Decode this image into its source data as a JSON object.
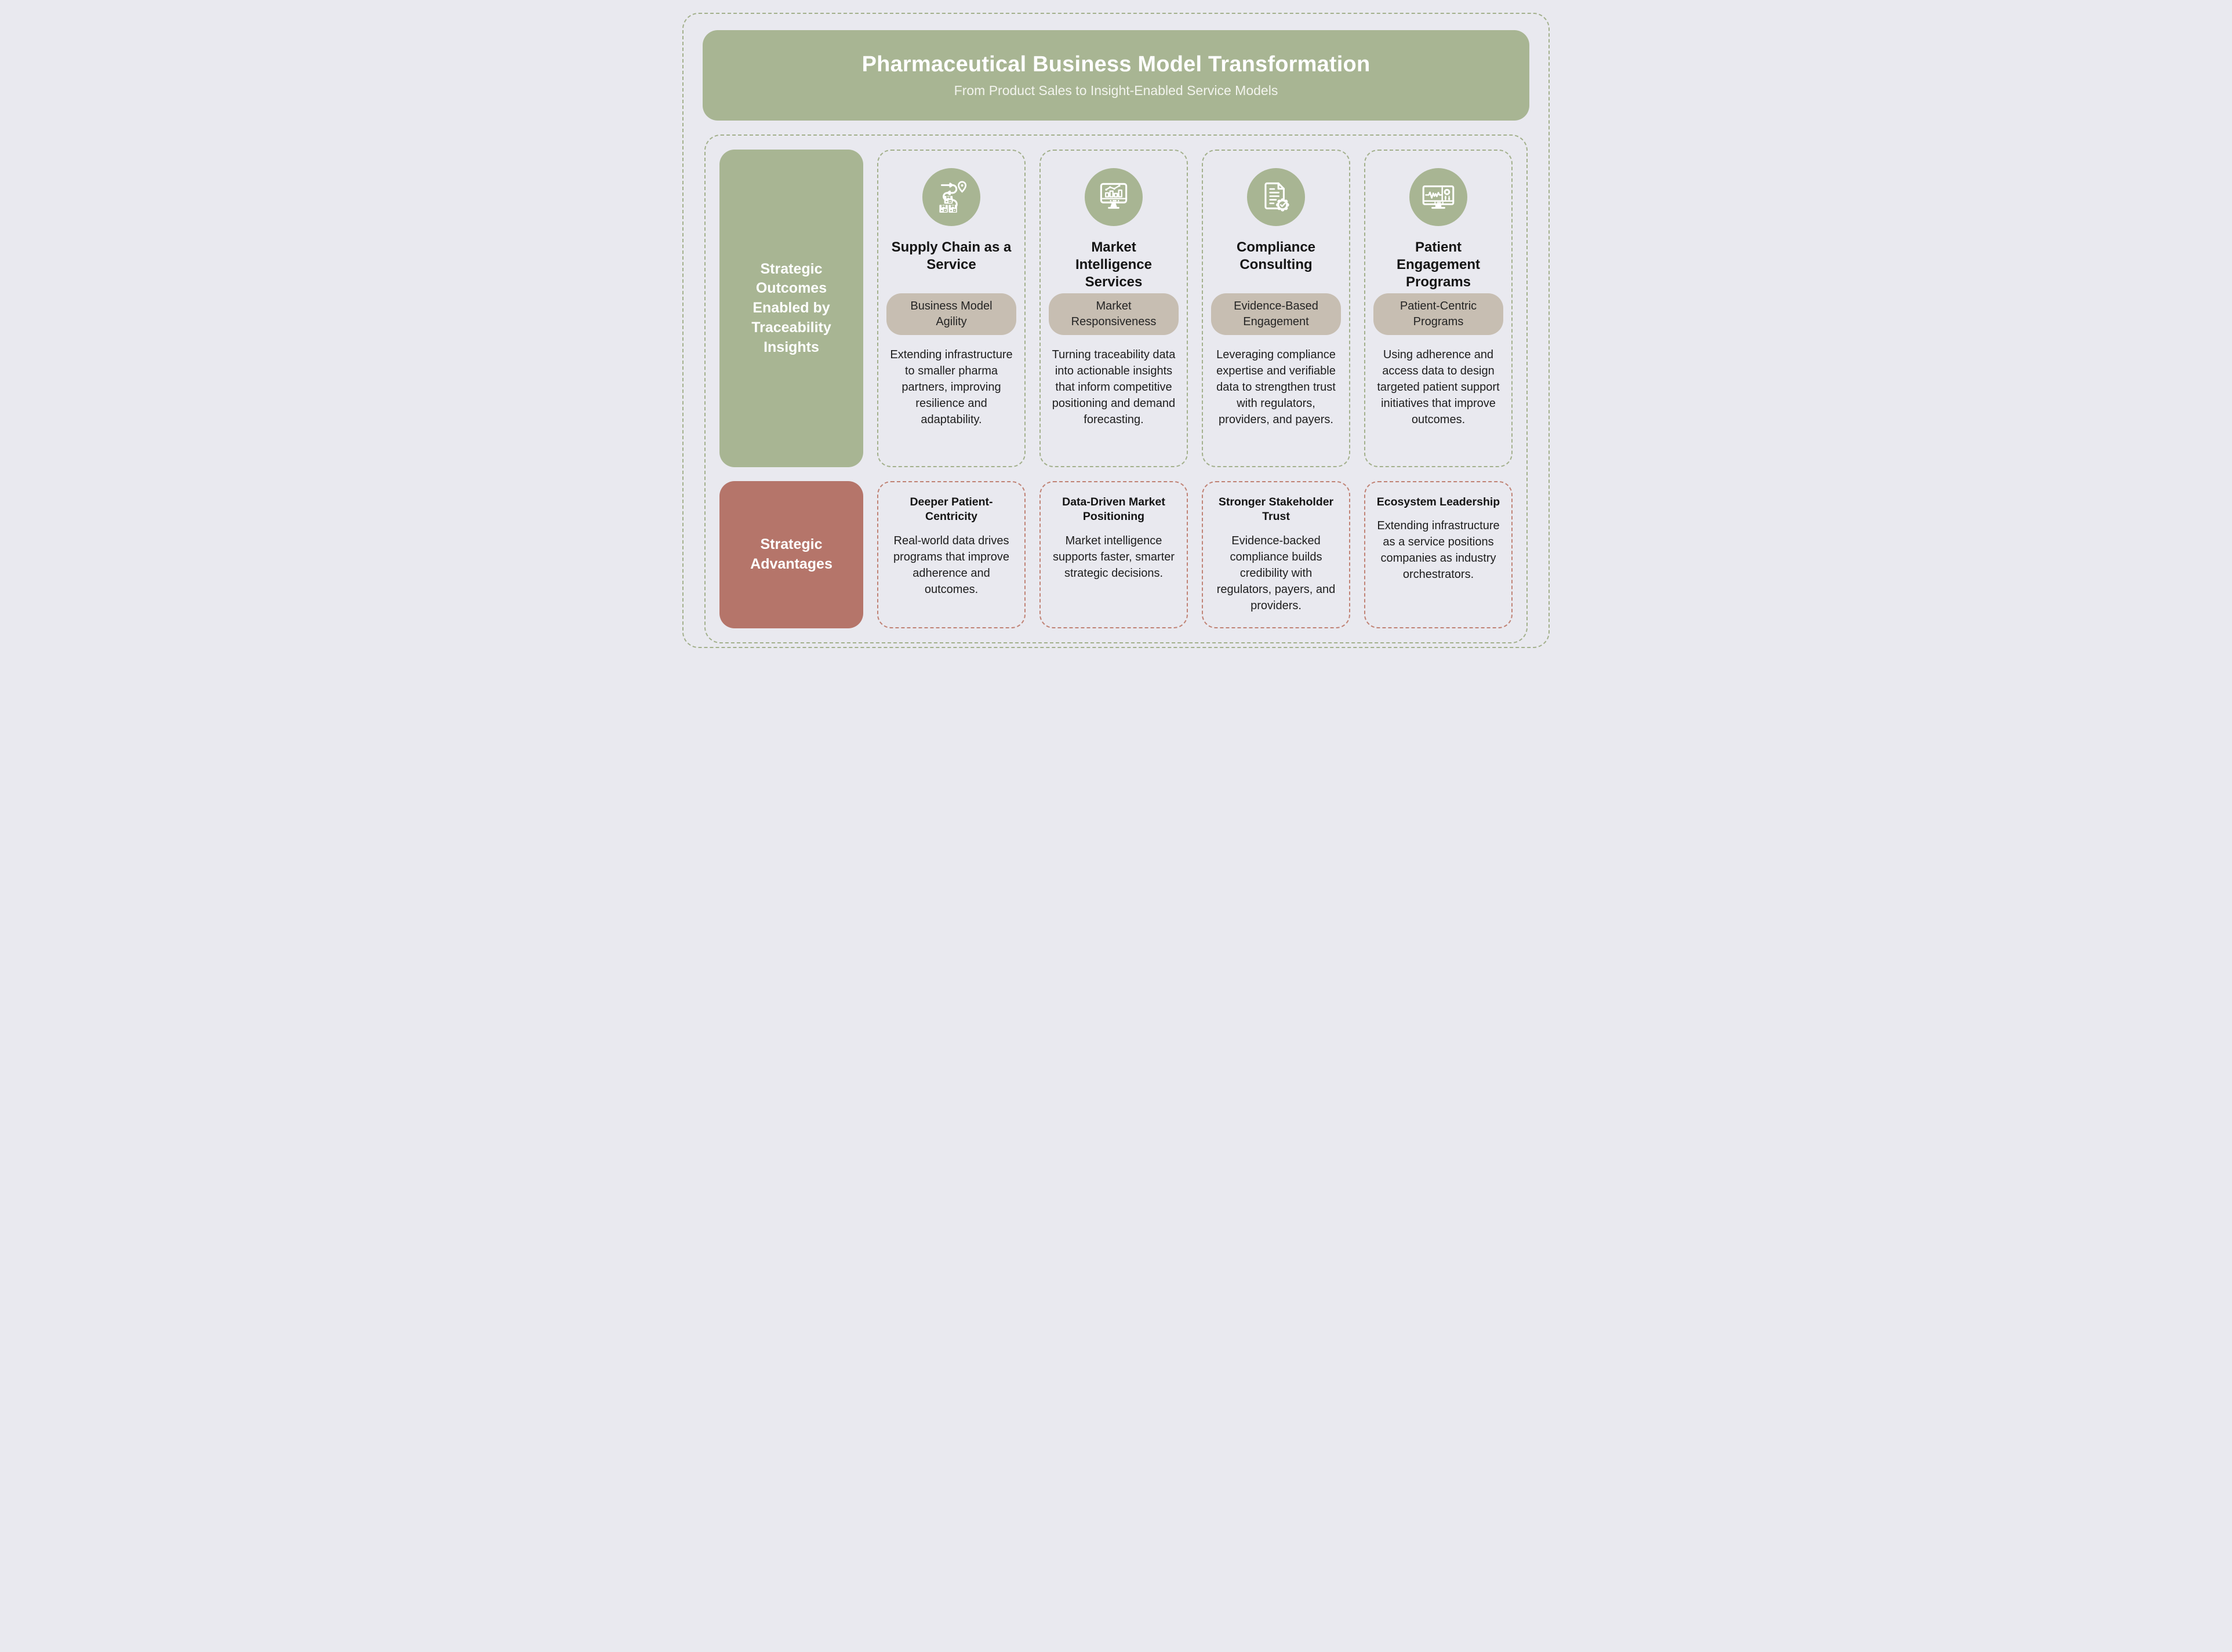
{
  "colors": {
    "background": "#e9e9ef",
    "sage_green": "#a8b593",
    "sage_dashed_border": "#a3b08c",
    "badge_tan": "#c7beb2",
    "terracotta": "#b5756a",
    "terracotta_dashed_border": "#c08274",
    "heading_text": "#141414",
    "body_text": "#1d1d1d",
    "white_text": "#ffffff"
  },
  "header": {
    "title": "Pharmaceutical Business Model Transformation",
    "subtitle": "From Product Sales to Insight-Enabled Service Models"
  },
  "outcomes_row": {
    "sidebar_label": "Strategic Outcomes Enabled by Traceability Insights",
    "columns": [
      {
        "icon": "supply-chain-route-icon",
        "title": "Supply Chain as a Service",
        "badge": "Business Model Agility",
        "description": "Extending infrastructure to smaller pharma partners, improving resilience and adaptability."
      },
      {
        "icon": "market-analytics-monitor-icon",
        "title": "Market Intelligence Services",
        "badge": "Market Responsiveness",
        "description": "Turning traceability data into actionable insights that inform competitive positioning and demand forecasting."
      },
      {
        "icon": "compliance-document-seal-icon",
        "title": "Compliance Consulting",
        "badge": "Evidence-Based Engagement",
        "description": "Leveraging compliance expertise and verifiable data to strengthen trust with regulators, providers, and payers."
      },
      {
        "icon": "patient-vitals-monitor-icon",
        "title": "Patient Engagement Programs",
        "badge": "Patient-Centric Programs",
        "description": "Using adherence and access data to design targeted patient support initiatives that improve outcomes."
      }
    ]
  },
  "advantages_row": {
    "sidebar_label": "Strategic Advantages",
    "items": [
      {
        "title": "Deeper Patient-Centricity",
        "description": "Real-world data drives programs that improve adherence and outcomes."
      },
      {
        "title": "Data-Driven Market Positioning",
        "description": "Market intelligence supports faster, smarter strategic decisions."
      },
      {
        "title": "Stronger Stakeholder Trust",
        "description": "Evidence-backed compliance builds credibility with regulators, payers, and providers."
      },
      {
        "title": "Ecosystem Leadership",
        "description": "Extending infrastructure as a service positions companies as industry orchestrators."
      }
    ]
  }
}
